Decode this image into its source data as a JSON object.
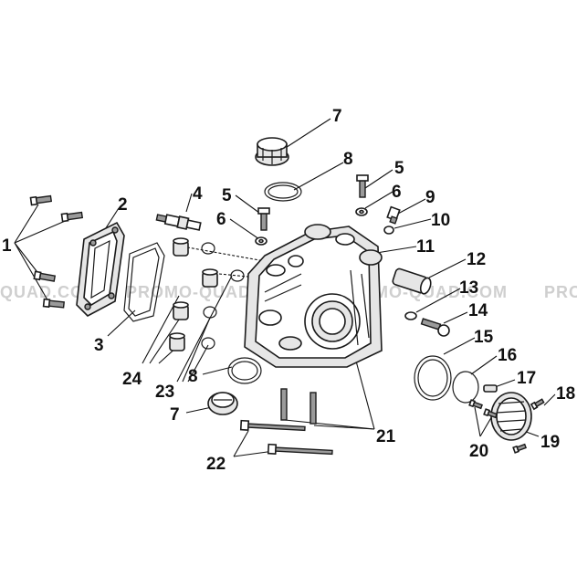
{
  "watermark": {
    "fragments": [
      "QUAD.COM",
      "PROMO-QUAD.COM",
      "PROMO-QUAD.COM",
      "PRO"
    ]
  },
  "callouts": {
    "c1": "1",
    "c2": "2",
    "c3": "3",
    "c4": "4",
    "c5a": "5",
    "c5b": "5",
    "c6a": "6",
    "c6b": "6",
    "c7a": "7",
    "c7b": "7",
    "c8a": "8",
    "c8b": "8",
    "c9": "9",
    "c10": "10",
    "c11": "11",
    "c12": "12",
    "c13": "13",
    "c14": "14",
    "c15": "15",
    "c16": "16",
    "c17": "17",
    "c18": "18",
    "c19": "19",
    "c20": "20",
    "c21": "21",
    "c22": "22",
    "c23": "23",
    "c24": "24"
  }
}
